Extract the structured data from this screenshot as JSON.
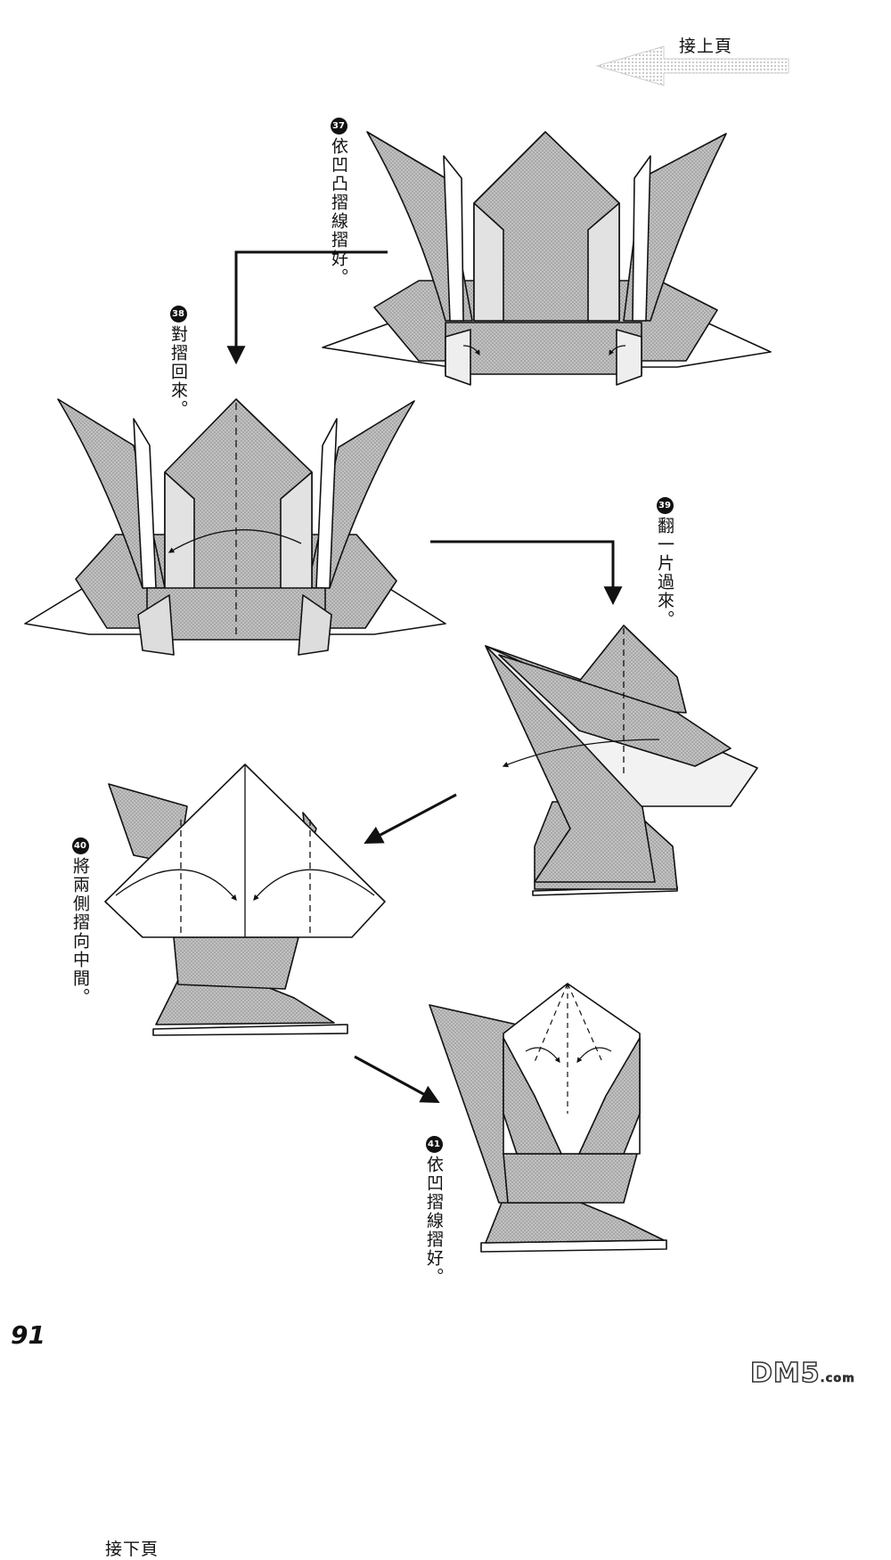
{
  "nav": {
    "prev_page": "接上頁",
    "next_page": "接下頁"
  },
  "steps": [
    {
      "num": "37",
      "text": "依凹凸摺線摺好。"
    },
    {
      "num": "38",
      "text": "對摺回來。"
    },
    {
      "num": "39",
      "text": "翻一片過來。"
    },
    {
      "num": "40",
      "text": "將兩側摺向中間。"
    },
    {
      "num": "41",
      "text": "依凹摺線摺好。"
    }
  ],
  "page_number": "91",
  "watermark": {
    "main": "DM5",
    "suffix": ".com"
  },
  "colors": {
    "paper_fill": "#b9b9b9",
    "line": "#111111"
  },
  "icons": [
    "arrow-left-icon",
    "arrow-down-icon",
    "arrow-diagonal-icon",
    "curved-fold-arrow-icon"
  ]
}
